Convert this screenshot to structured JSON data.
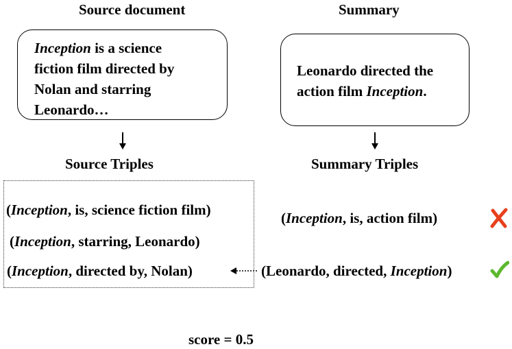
{
  "headings": {
    "source_document": "Source document",
    "summary": "Summary",
    "source_triples": "Source Triples",
    "summary_triples": "Summary Triples"
  },
  "source_box": {
    "lines": [
      {
        "em": "Inception",
        "rest": " is a science"
      },
      {
        "em": "",
        "rest": "fiction film directed by"
      },
      {
        "em": "",
        "rest": "Nolan and starring"
      },
      {
        "em": "",
        "rest": "Leonardo…"
      }
    ]
  },
  "summary_box": {
    "line1": "Leonardo directed the",
    "line2_prefix": "action film ",
    "line2_em": "Inception",
    "line2_suffix": "."
  },
  "source_triples": [
    {
      "open": "(",
      "em": "Inception",
      "rest": ", is, science fiction film)"
    },
    {
      "open": "(",
      "em": "Inception",
      "rest": ", starring, Leonardo)"
    },
    {
      "open": "(",
      "em": "Inception",
      "rest": ", directed by, Nolan)"
    }
  ],
  "summary_triples": [
    {
      "prefix": "(",
      "em": "Inception",
      "suffix": ", is, action film)",
      "verdict": "cross-icon"
    },
    {
      "prefix": "(Leonardo, directed, ",
      "em": "Inception",
      "suffix": ")",
      "verdict": "check-icon"
    }
  ],
  "colors": {
    "cross": "#e8401c",
    "check": "#5cb82e"
  },
  "score": "score = 0.5"
}
